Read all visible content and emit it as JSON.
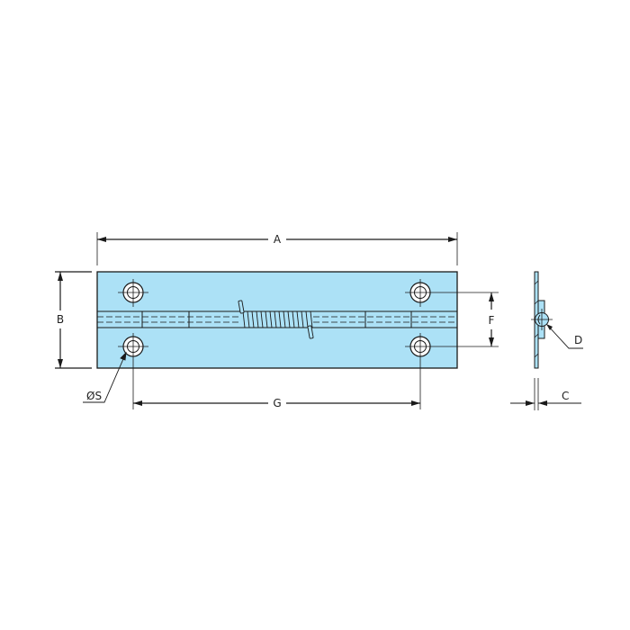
{
  "diagram": {
    "type": "technical-drawing",
    "subject": "spring-loaded piano hinge",
    "colors": {
      "fill": "#ace1f6",
      "line": "#1a1a1a",
      "background": "#ffffff"
    },
    "views": {
      "front": {
        "holes": 4,
        "hinge_segments": 8,
        "spring": "helical torsion spring"
      },
      "side": {}
    },
    "dimensions": {
      "A": "A",
      "B": "B",
      "C": "C",
      "D": "D",
      "F": "F",
      "G": "G",
      "S": "ØS"
    }
  }
}
